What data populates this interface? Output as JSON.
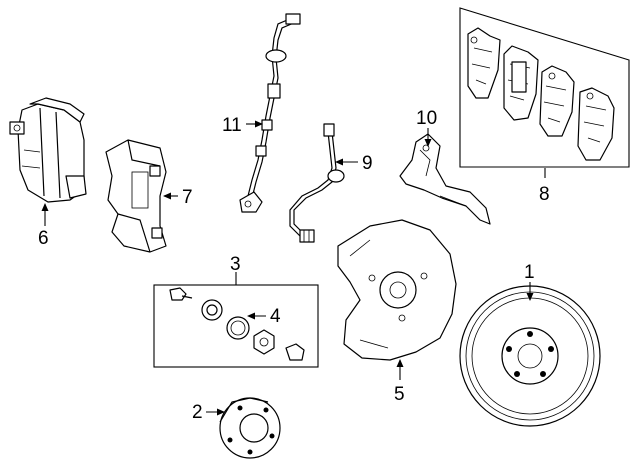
{
  "callouts": {
    "rotor": "1",
    "hub": "2",
    "hub_kit": "3",
    "bearing": "4",
    "dust_shield": "5",
    "caliper": "6",
    "caliper_bracket": "7",
    "brake_pads": "8",
    "brake_hose": "9",
    "hose_bracket": "10",
    "abs_sensor": "11"
  }
}
